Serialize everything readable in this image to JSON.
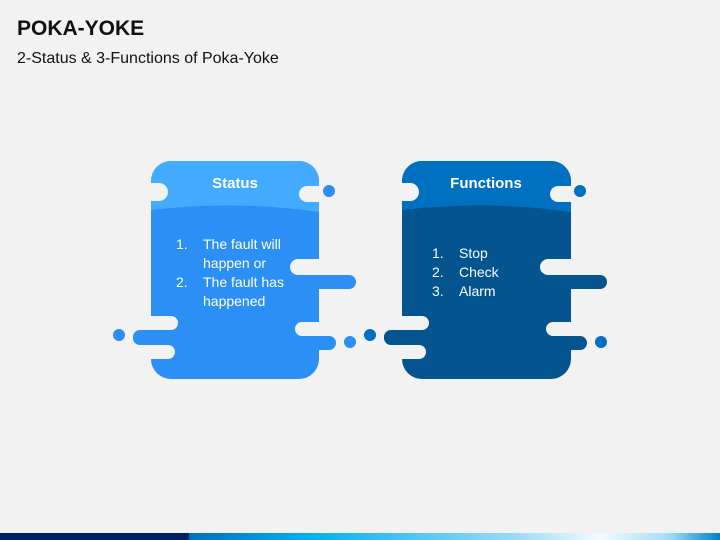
{
  "title": "POKA-YOKE",
  "subtitle": "2-Status & 3-Functions of Poka-Yoke",
  "cards": [
    {
      "heading": "Status",
      "items": [
        {
          "n": "1.",
          "text": "The fault will happen or"
        },
        {
          "n": "2.",
          "text": "The fault has happened"
        }
      ],
      "header_color": "#42aaff",
      "body_color": "#2b8ff5"
    },
    {
      "heading": "Functions",
      "items": [
        {
          "n": "1.",
          "text": "Stop"
        },
        {
          "n": "2.",
          "text": "Check"
        },
        {
          "n": "3.",
          "text": "Alarm"
        }
      ],
      "header_color": "#0070c0",
      "body_color": "#03548f"
    }
  ]
}
